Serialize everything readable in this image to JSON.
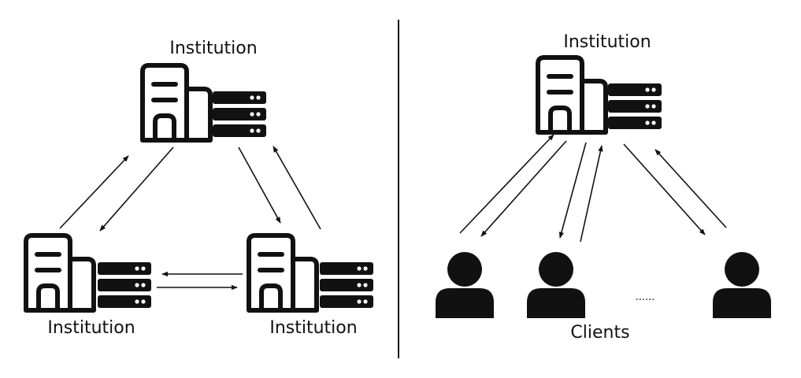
{
  "labels": {
    "top_left_institution": "Institution",
    "bottom_left_institution": "Institution",
    "bottom_right_institution": "Institution",
    "right_institution": "Institution",
    "clients": "Clients",
    "ellipsis": "......"
  },
  "icons": {
    "building": "building-icon",
    "server": "server-rack-icon",
    "user": "user-icon"
  },
  "colors": {
    "ink": "#111111",
    "background": "#ffffff",
    "server_led": "#ffffff"
  }
}
